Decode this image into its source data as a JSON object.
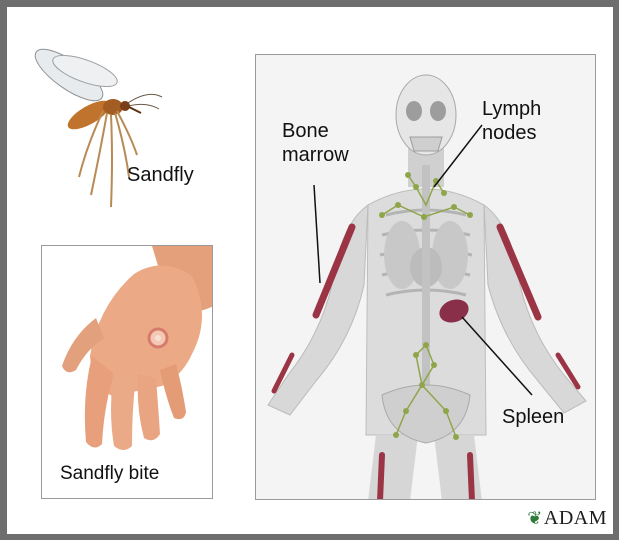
{
  "labels": {
    "sandfly": "Sandfly",
    "sandfly_bite": "Sandfly bite",
    "bone_marrow": "Bone marrow",
    "lymph_nodes": "Lymph nodes",
    "spleen": "Spleen"
  },
  "logo": {
    "text": "ADAM",
    "icon": "leaf-icon"
  },
  "colors": {
    "background": "#6e6e6e",
    "marrow": "#9b3545",
    "lymph": "#8fa54a",
    "spleen": "#8a2f4a",
    "skin": "#e9a27b"
  }
}
